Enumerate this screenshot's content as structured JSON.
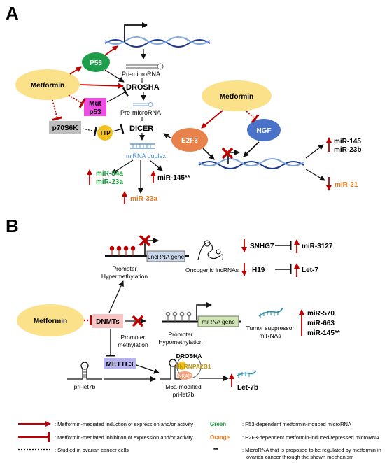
{
  "panel_a": {
    "label": "A",
    "metformin": "Metformin",
    "p53": "P53",
    "pri_microrna": "Pri-microRNA",
    "drosha": "DROSHA",
    "mut_p53_line1": "Mut",
    "mut_p53_line2": "p53",
    "pre_microrna": "Pre-microRNA",
    "p70s6k": "p70S6K",
    "ttp": "TTP",
    "dicer": "DICER",
    "mirna_duplex": "miRNA duplex",
    "mir34a": "miR-34a",
    "mir23a": "miR-23a",
    "mir145": "miR-145**",
    "mir33a": "miR-33a",
    "metformin2": "Metformin",
    "e2f3": "E2F3",
    "ngf": "NGF",
    "mir145b": "miR-145",
    "mir23b": "miR-23b",
    "mir21": "miR-21"
  },
  "panel_b": {
    "label": "B",
    "lncrna_gene": "LncRNA gene",
    "oncogenic_lncrnas": "Oncogenic lncRNAs",
    "promoter_hyper_1": "Promoter",
    "promoter_hyper_2": "Hypermethylation",
    "snhg7": "SNHG7",
    "mir3127": "miR-3127",
    "h19": "H19",
    "let7": "Let-7",
    "metformin": "Metformin",
    "dnmts": "DNMTs",
    "mirna_gene": "miRNA gene",
    "promoter_hypo_1": "Promoter",
    "promoter_hypo_2": "Hypomethylation",
    "tumor_suppressor_1": "Tumor suppressor",
    "tumor_suppressor_2": "miRNAs",
    "mir570": "miR-570",
    "mir663": "miR-663",
    "mir145": "miR-145**",
    "promoter_meth_1": "Promoter",
    "promoter_meth_2": "methylation",
    "mettl3": "METTL3",
    "drosha": "DROSHA",
    "hnrnpa2b1": "HNRNPA2B1",
    "nkap": "NKAP",
    "pri_let7b": "pri-let7b",
    "m6a_1": "M6a-modified",
    "m6a_2": "pri-let7b",
    "let7b": "Let-7b"
  },
  "legend": {
    "induction": ": Metformin-mediated induction of expression and/or activity",
    "inhibition": ": Metformin-mediated inhibition of expression and/or activity",
    "ovarian": ": Studied in ovarian cancer cells",
    "green_word": "Green",
    "green_desc": ": P53-dependent metformin-induced microRNA",
    "orange_word": "Orange",
    "orange_desc": ": E2F3-dependent metformin-induced/repressed microRNA",
    "star_word": "**",
    "star_desc_1": ": MicroRNA that is proposed to be regulated by  metformin in",
    "star_desc_2": "ovarian cancer through the shown mechanism"
  },
  "colors": {
    "red": "#c00000",
    "green_text": "#1a9a3a",
    "orange_text": "#e67e22",
    "metformin_fill": "#fbe28a",
    "p53_fill": "#1e9e4a",
    "mutp53_fill": "#ee4de2",
    "e2f3_fill": "#e8824a",
    "ngf_fill": "#4a72c8",
    "ttp_fill": "#f2c21a",
    "p70_fill": "#bdbdbd",
    "dnmts_fill": "#f8c3c3",
    "mettl3_fill": "#b7b3ef",
    "lnc_gene_fill": "#c9d7e8",
    "mirna_gene_fill": "#cfe6b2",
    "duplex_blue": "#4a86c8"
  }
}
